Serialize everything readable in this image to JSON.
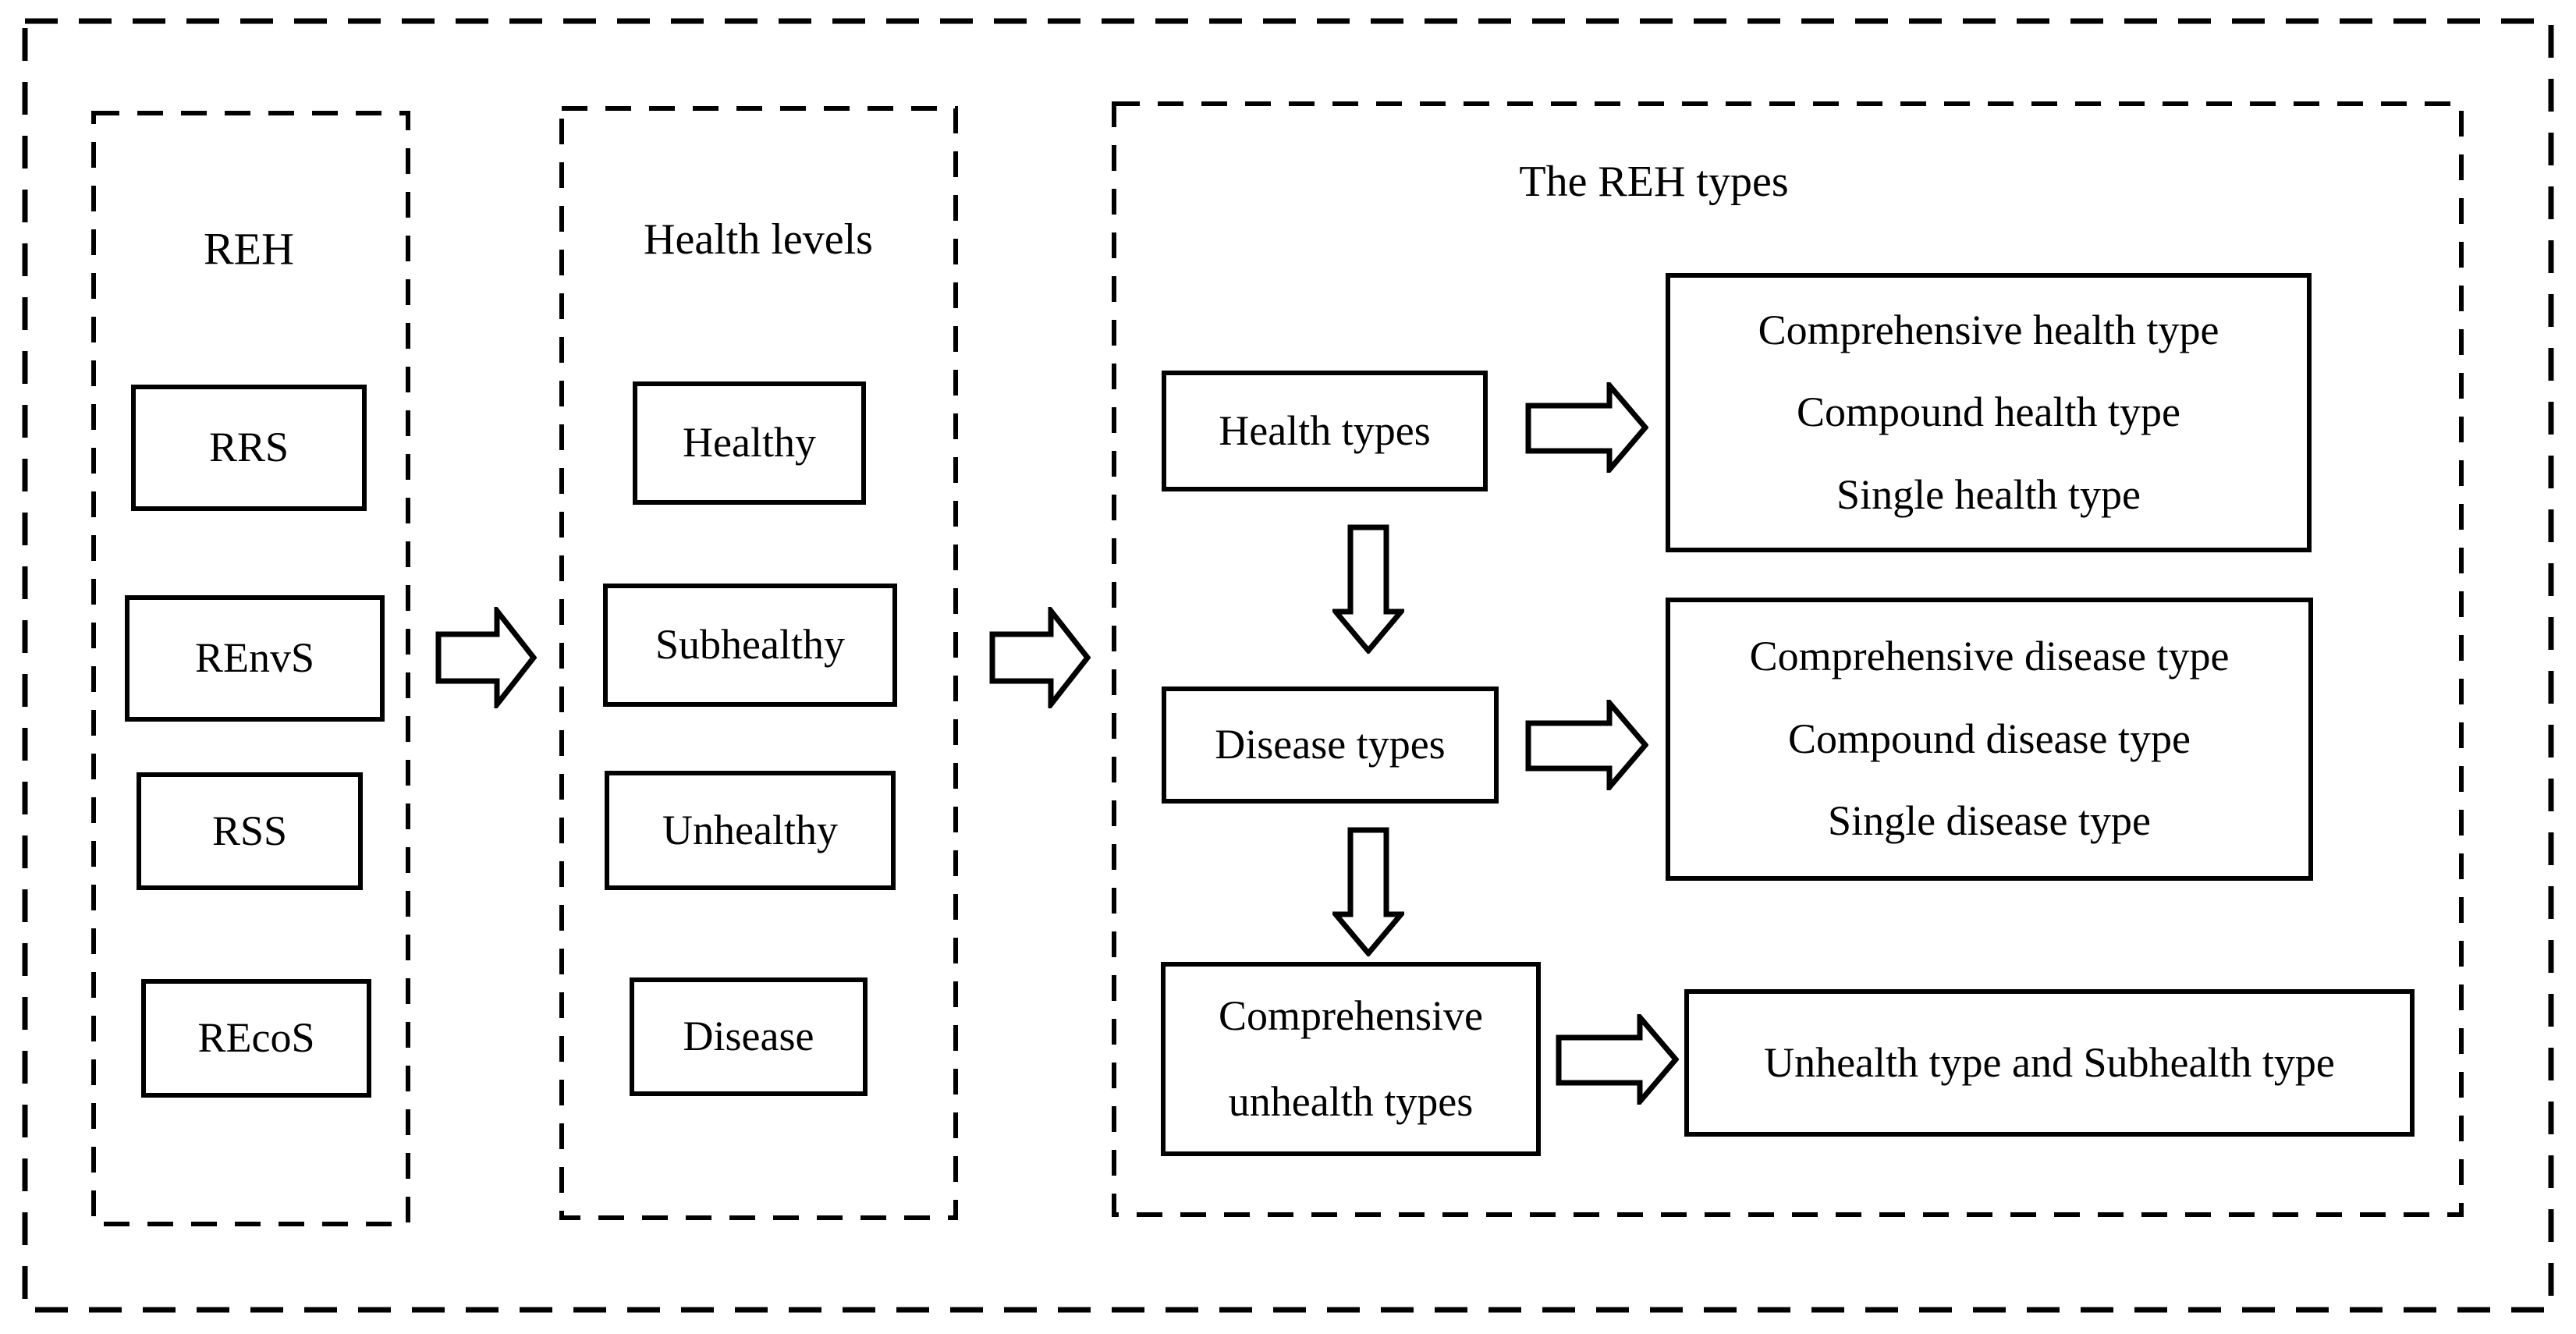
{
  "colors": {
    "line": "#000000",
    "background": "#ffffff",
    "text": "#000000"
  },
  "panels": {
    "reh": {
      "title": "REH",
      "items": [
        "RRS",
        "REnvS",
        "RSS",
        "REcoS"
      ]
    },
    "levels": {
      "title": "Health levels",
      "items": [
        "Healthy",
        "Subhealthy",
        "Unhealthy",
        "Disease"
      ]
    },
    "types": {
      "title": "The REH types",
      "flows": [
        {
          "source": "Health types",
          "targets": [
            "Comprehensive health type",
            "Compound health type",
            "Single health type"
          ]
        },
        {
          "source": "Disease types",
          "targets": [
            "Comprehensive disease type",
            "Compound disease type",
            "Single disease type"
          ]
        },
        {
          "source_lines": [
            "Comprehensive",
            "unhealth types"
          ],
          "targets": [
            "Unhealth type and Subhealth type"
          ]
        }
      ]
    }
  }
}
